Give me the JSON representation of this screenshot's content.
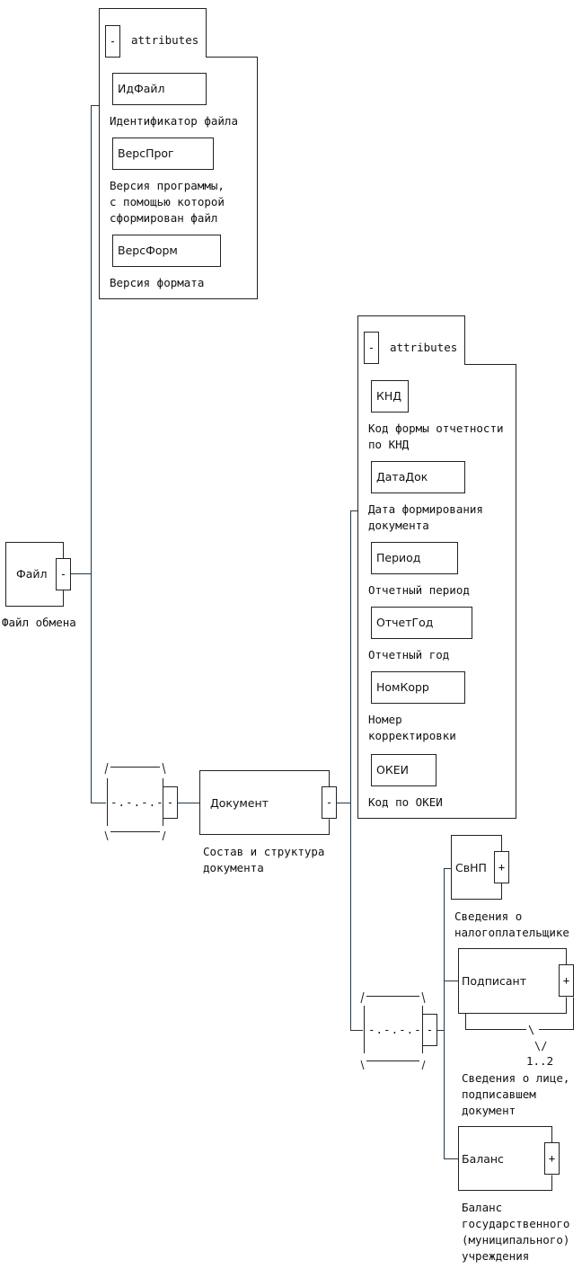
{
  "root": {
    "name": "Файл",
    "toggle": "-",
    "description": "Файл обмена",
    "attributes": {
      "toggle": "-",
      "label": "attributes",
      "items": [
        {
          "name": "ИдФайл",
          "description": "Идентификатор файла"
        },
        {
          "name": "ВерсПрог",
          "description": "Версия программы,\nс помощью которой\nсформирован файл"
        },
        {
          "name": "ВерсФорм",
          "description": "Версия формата"
        }
      ]
    }
  },
  "sequence1": {
    "dots": "-.-.-.-",
    "toggle": "-"
  },
  "document": {
    "name": "Документ",
    "toggle": "-",
    "description": "Состав и структура\nдокумента",
    "attributes": {
      "toggle": "-",
      "label": "attributes",
      "items": [
        {
          "name": "КНД",
          "description": "Код формы отчетности\nпо КНД"
        },
        {
          "name": "ДатаДок",
          "description": "Дата формирования\nдокумента"
        },
        {
          "name": "Период",
          "description": "Отчетный период"
        },
        {
          "name": "ОтчетГод",
          "description": "Отчетный год"
        },
        {
          "name": "НомКорр",
          "description": "Номер\nкорректировки"
        },
        {
          "name": "ОКЕИ",
          "description": "Код по ОКЕИ"
        }
      ]
    }
  },
  "sequence2": {
    "dots": "-.-.-.-",
    "toggle": "-"
  },
  "children": [
    {
      "name": "СвНП",
      "toggle": "+",
      "description": "Сведения о\nналогоплательщике"
    },
    {
      "name": "Подписант",
      "toggle": "+",
      "multiplicity": "1..2",
      "description": "Сведения о лице,\nподписавшем\nдокумент"
    },
    {
      "name": "Баланс",
      "toggle": "+",
      "description": "Баланс\nгосударственного\n(муниципального)\nучреждения"
    }
  ]
}
